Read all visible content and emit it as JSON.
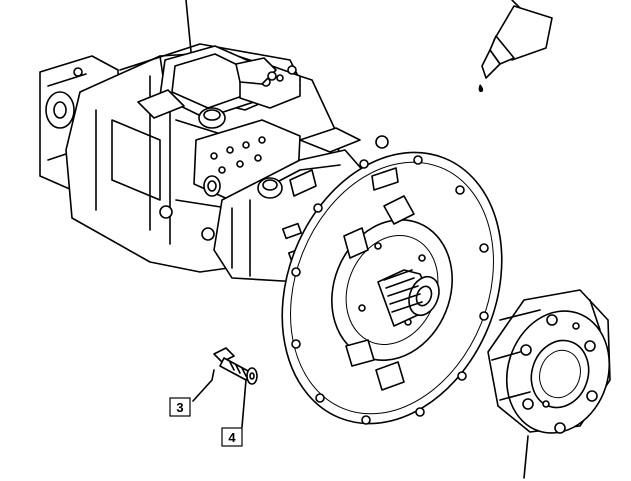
{
  "callouts": [
    {
      "id": "3",
      "label": "3"
    },
    {
      "id": "4",
      "label": "4"
    }
  ],
  "colors": {
    "line": "#000000",
    "background": "#ffffff"
  }
}
